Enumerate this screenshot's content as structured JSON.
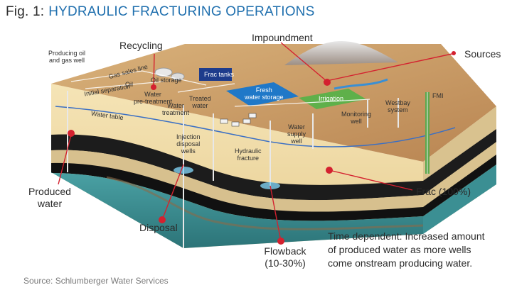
{
  "figure": {
    "number": "Fig. 1:",
    "title": "HYDRAULIC FRACTURING OPERATIONS"
  },
  "callouts": {
    "recycling": "Recycling",
    "impoundment": "Impoundment",
    "sources": "Sources",
    "produced_water_line1": "Produced",
    "produced_water_line2": "water",
    "disposal": "Disposal",
    "flowback_line1": "Flowback",
    "flowback_line2": "(10-30%)",
    "frac": "Frac (100%)"
  },
  "diagram_labels": {
    "producing_well_line1": "Producing oil",
    "producing_well_line2": "and gas well",
    "gas_sales_line": "Gas sales line",
    "oil": "Oil",
    "oil_storage": "Oil storage",
    "initial_separation": "Initial separation",
    "water_pretreatment_line1": "Water",
    "water_pretreatment_line2": "pre-treatment",
    "water_treatment_line1": "Water",
    "water_treatment_line2": "treatment",
    "treated_water_line1": "Treated",
    "treated_water_line2": "water",
    "frac_tanks": "Frac tanks",
    "fresh_water_storage_line1": "Fresh",
    "fresh_water_storage_line2": "water storage",
    "irrigation": "Irrigation",
    "water_table": "Water table",
    "injection_line1": "Injection",
    "injection_line2": "disposal",
    "injection_line3": "wells",
    "hydraulic_fracture_line1": "Hydraulic",
    "hydraulic_fracture_line2": "fracture",
    "water_supply_line1": "Water",
    "water_supply_line2": "supply",
    "water_supply_line3": "well",
    "monitoring_line1": "Monitoring",
    "monitoring_line2": "well",
    "westbay_line1": "Westbay",
    "westbay_line2": "system",
    "fmi": "FMI"
  },
  "note": {
    "line1": "Time dependent: Increased amount",
    "line2": "of produced water as more wells",
    "line3": "come onstream producing water."
  },
  "source": "Source: Schlumberger Water Services",
  "colors": {
    "title_blue": "#1f6fae",
    "callout_red": "#d4212f",
    "surface": "#c89a63",
    "sand_layer": "#f1dca8",
    "shale_layer": "#1c1c1c",
    "teal_layer": "#3b8f93",
    "water_line": "#3a6fc4"
  }
}
